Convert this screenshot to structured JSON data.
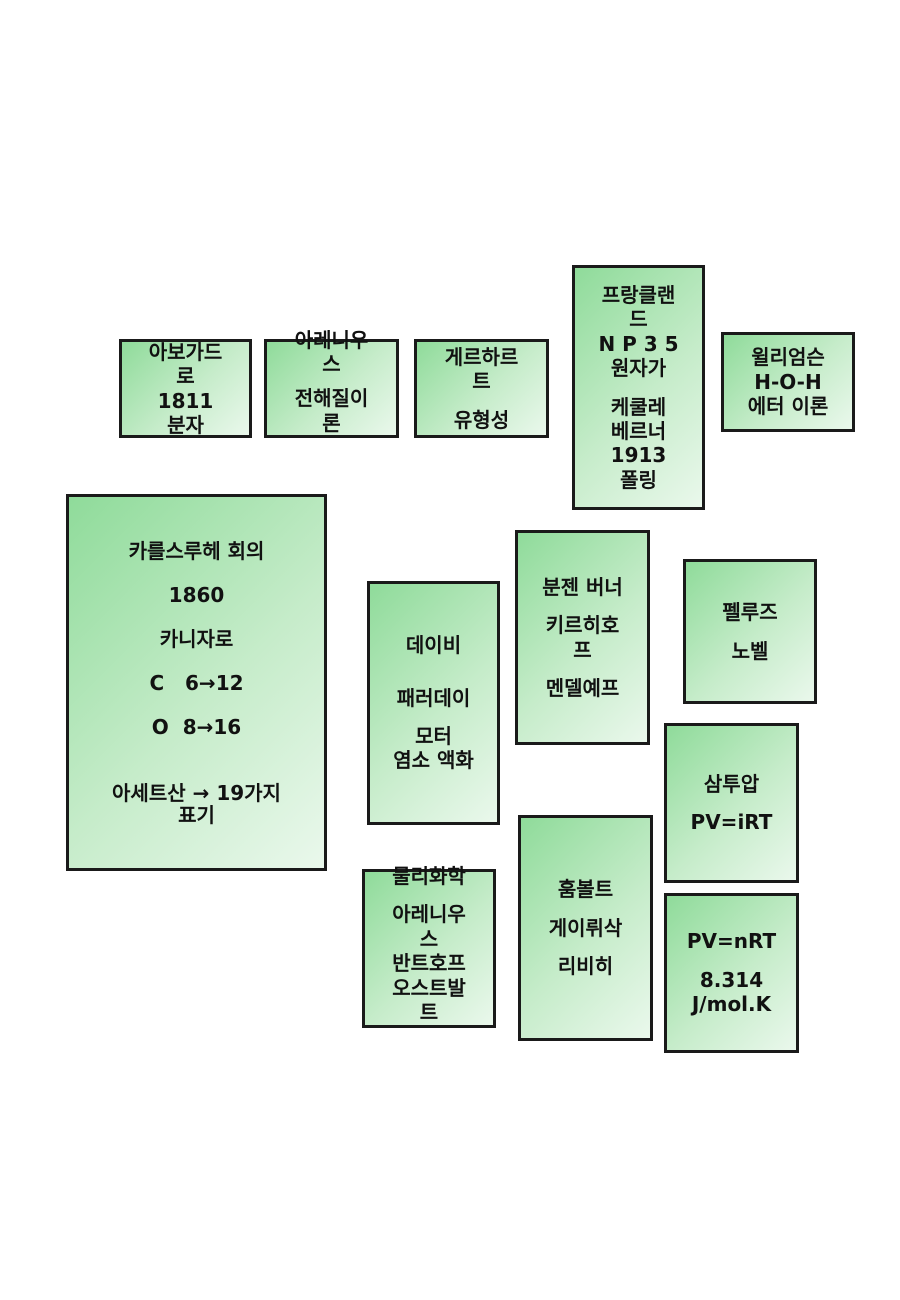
{
  "boxes": {
    "avogadro": {
      "lines": [
        "아보가드",
        "로",
        "1811",
        "분자"
      ]
    },
    "arrhenius1": {
      "lines": [
        "아레니우",
        "스",
        "",
        "전해질이",
        "론"
      ]
    },
    "gerhardt": {
      "lines": [
        "게르하르",
        "트",
        "",
        "유형성"
      ]
    },
    "frankland": {
      "lines": [
        "프랑클랜",
        "드",
        "N P 3 5",
        "원자가",
        "",
        "케쿨레",
        "베르너",
        "1913",
        "폴링"
      ]
    },
    "williamson": {
      "lines": [
        "윌리엄슨",
        "H-O-H",
        "에터 이론"
      ]
    },
    "karlsruhe": {
      "lines": [
        "카를스루헤 회의",
        "",
        "1860",
        "",
        "카니자로",
        "",
        "C   6→12",
        "",
        "O  8→16",
        "",
        "",
        "아세트산 → 19가지",
        "표기"
      ]
    },
    "davy": {
      "lines": [
        "데이비",
        "",
        "",
        "패러데이",
        "",
        "모터",
        "염소 액화"
      ]
    },
    "bunsen": {
      "lines": [
        "분젠 버너",
        "",
        "키르히호",
        "프",
        "",
        "멘델예프"
      ]
    },
    "pelouze": {
      "lines": [
        "펠루즈",
        "",
        "노벨"
      ]
    },
    "samtuap": {
      "lines": [
        "삼투압",
        "",
        "PV=iRT"
      ]
    },
    "physchem": {
      "lines": [
        "물리화학",
        "",
        "아레니우",
        "스",
        "반트호프",
        "오스트발",
        "트"
      ]
    },
    "humboldt": {
      "lines": [
        "훔볼트",
        "",
        "게이뤼삭",
        "",
        "리비히"
      ]
    },
    "gas": {
      "lines": [
        "PV=nRT",
        "",
        "8.314",
        "J/mol.K"
      ]
    }
  }
}
